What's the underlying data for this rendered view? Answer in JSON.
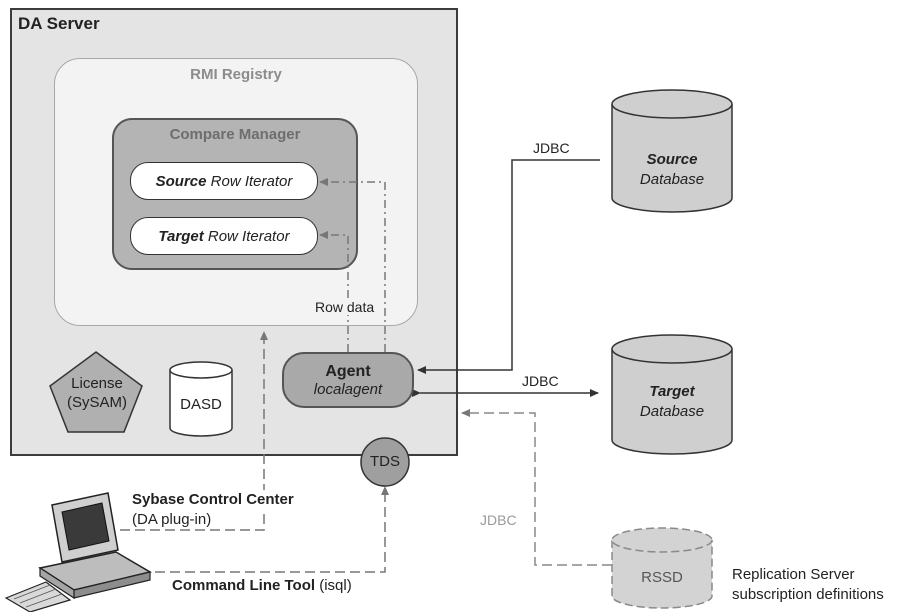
{
  "da_server": {
    "title": "DA Server"
  },
  "rmi_registry": {
    "title": "RMI Registry"
  },
  "compare_manager": {
    "title": "Compare Manager",
    "source_iterator": {
      "emphasis": "Source",
      "rest": " Row Iterator"
    },
    "target_iterator": {
      "emphasis": "Target",
      "rest": " Row Iterator"
    }
  },
  "row_data_label": "Row data",
  "agent": {
    "title": "Agent",
    "subtitle": "localagent"
  },
  "license": {
    "line1": "License",
    "line2": "(SySAM)"
  },
  "dasd": {
    "label": "DASD"
  },
  "tds": {
    "label": "TDS"
  },
  "source_db": {
    "name": "Source",
    "sub": "Database"
  },
  "target_db": {
    "name": "Target",
    "sub": "Database"
  },
  "rssd": {
    "label": "RSSD",
    "caption_line1": "Replication Server",
    "caption_line2": "subscription definitions"
  },
  "connections": {
    "jdbc_source": "JDBC",
    "jdbc_target": "JDBC",
    "jdbc_rssd": "JDBC"
  },
  "clients": {
    "scc_title": "Sybase Control Center",
    "scc_sub": "(DA plug-in)",
    "cli_title": "Command Line Tool",
    "cli_sub": " (isql)"
  },
  "colors": {
    "server_bg": "#e4e4e4",
    "registry_bg": "#f3f3f3",
    "manager_bg": "#b4b4b4",
    "agent_bg": "#a9a9a9",
    "db_fill": "#cfcfcf",
    "rssd_fill": "#d3d3d3"
  }
}
